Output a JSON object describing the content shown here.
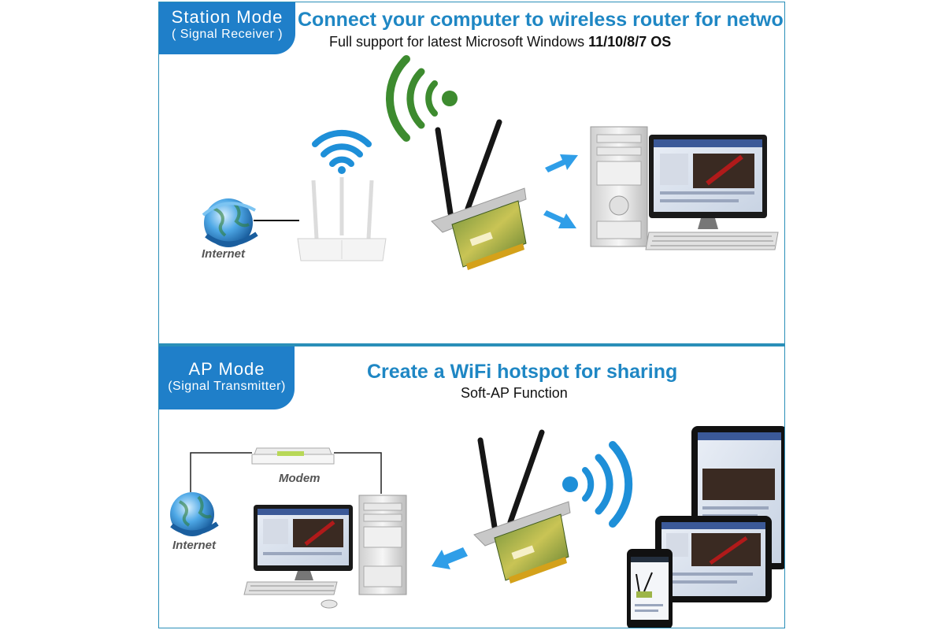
{
  "station": {
    "mode_title": "Station  Mode",
    "mode_sub": "( Signal  Receiver )",
    "headline": "Connect your computer to wireless router for network",
    "sub_prefix": "Full support for latest Microsoft Windows",
    "sub_bold": "11/10/8/7 OS",
    "internet_label": "Internet"
  },
  "ap": {
    "mode_title": "AP  Mode",
    "mode_sub": "(Signal Transmitter)",
    "headline": "Create a WiFi hotspot for sharing",
    "sub": "Soft-AP Function",
    "modem_label": "Modem",
    "internet_label": "Internet"
  },
  "colors": {
    "accent_blue": "#1f7fc9",
    "headline_blue": "#1f87c4",
    "wifi_green": "#3d8b2f",
    "wifi_blue": "#1e8fd8",
    "arrow_blue": "#2f9ee8"
  },
  "icons": [
    "globe-icon",
    "wifi-router-icon",
    "wifi-signal-icon",
    "pcie-wifi-card-icon",
    "desktop-computer-icon",
    "arrow-icon",
    "modem-icon",
    "tablet-icon",
    "phone-icon"
  ]
}
